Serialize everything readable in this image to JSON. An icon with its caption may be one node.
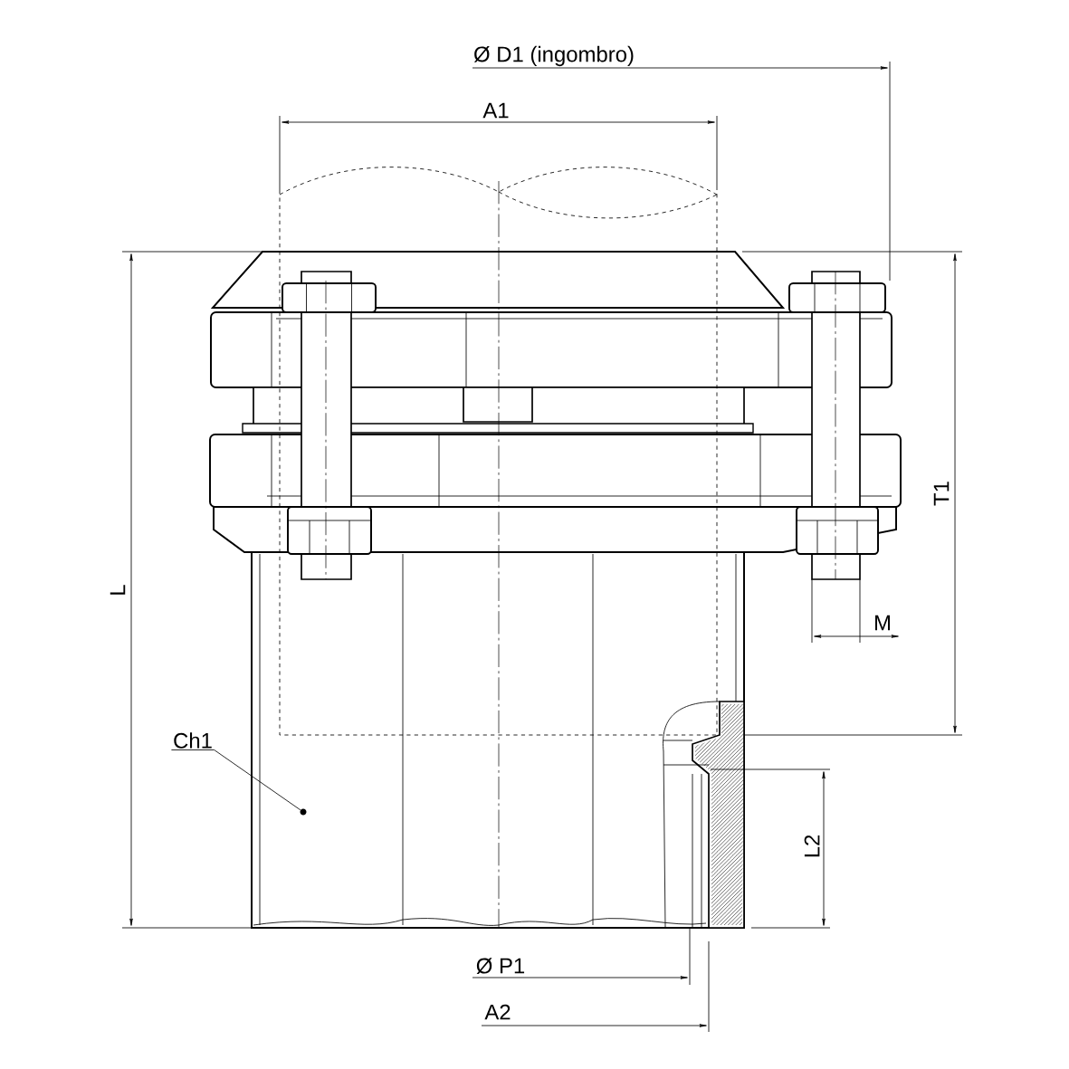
{
  "diagram": {
    "nodes": [
      {
        "text": [
          "Ch1"
        ]
      },
      {
        "text": [],
        "shape": "circle"
      }
    ],
    "edges": [
      {
        "from": 0,
        "to": 1,
        "arrow": "none"
      }
    ],
    "labels": [
      "Ø D1 (ingombro)",
      "A1",
      "L",
      "T1",
      "M",
      "L2",
      "Ø P1",
      "A2"
    ]
  }
}
